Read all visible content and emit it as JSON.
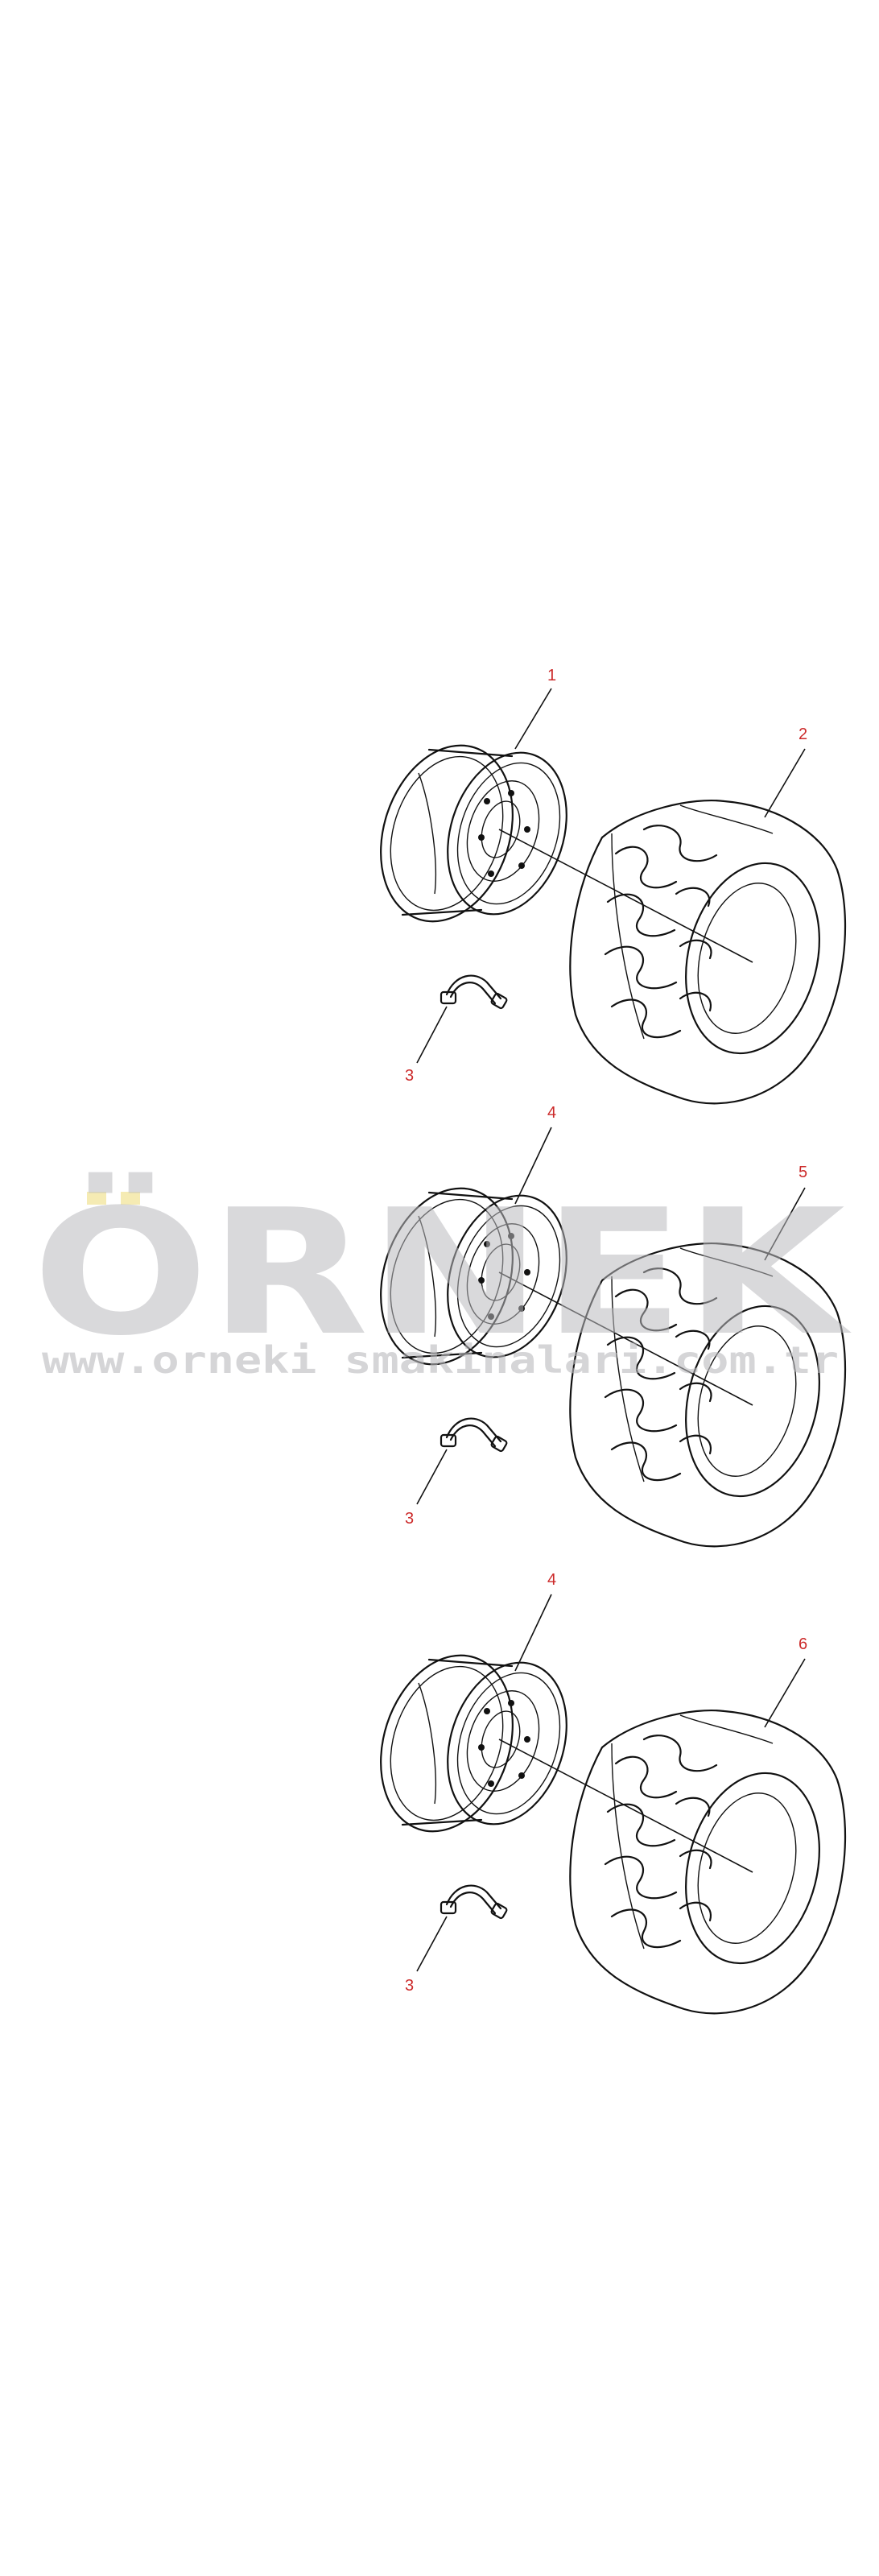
{
  "diagram": {
    "assemblies": [
      {
        "rim_callout": "1",
        "tyre_callout": "2",
        "valve_callout": "3"
      },
      {
        "rim_callout": "4",
        "tyre_callout": "5",
        "valve_callout": "3"
      },
      {
        "rim_callout": "4",
        "tyre_callout": "6",
        "valve_callout": "3"
      }
    ]
  },
  "watermark": {
    "brand": "ÖRNEK",
    "url": "www.orneki smakinalari.com.tr"
  },
  "colors": {
    "callout": "#cc2a2a",
    "line": "#111111",
    "watermark": "#b9b9bd",
    "watermark_accent": "#f2e6a0"
  }
}
